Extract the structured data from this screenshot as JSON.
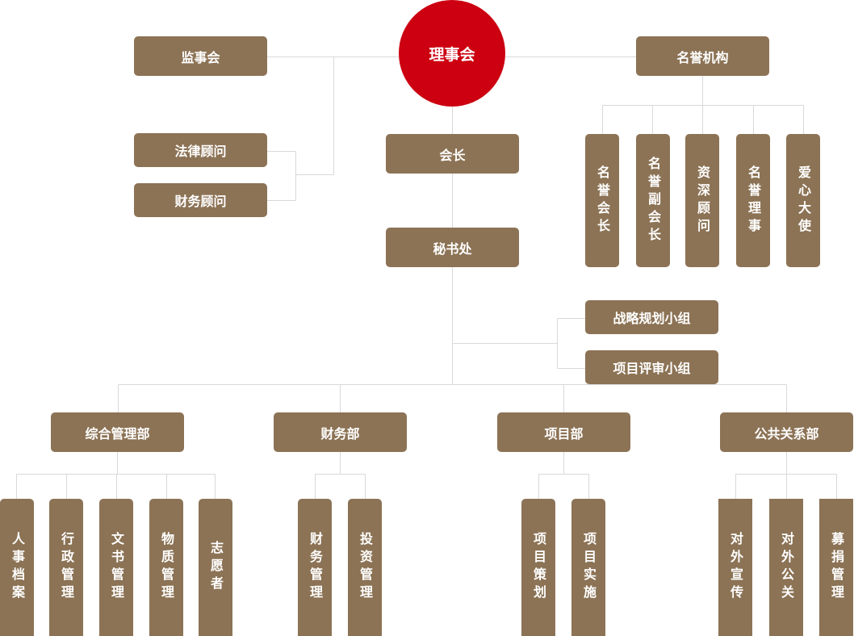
{
  "root": "理事会",
  "supervisory": "监事会",
  "advisors": [
    "法律顾问",
    "财务顾问"
  ],
  "president": "会长",
  "secretariat": "秘书处",
  "honorary": {
    "title": "名誉机构",
    "members": [
      "名誉会长",
      "名誉副会长",
      "资深顾问",
      "名誉理事",
      "爱心大使"
    ]
  },
  "groups": [
    "战略规划小组",
    "项目评审小组"
  ],
  "departments": [
    {
      "name": "综合管理部",
      "units": [
        "人事档案",
        "行政管理",
        "文书管理",
        "物质管理",
        "志愿者"
      ]
    },
    {
      "name": "财务部",
      "units": [
        "财务管理",
        "投资管理"
      ]
    },
    {
      "name": "项目部",
      "units": [
        "项目策划",
        "项目实施"
      ]
    },
    {
      "name": "公共关系部",
      "units": [
        "对外宣传",
        "对外公关",
        "募捐管理"
      ]
    }
  ],
  "colors": {
    "root": "#cc0011",
    "node": "#8c7355",
    "line": "#d9d9d9"
  }
}
